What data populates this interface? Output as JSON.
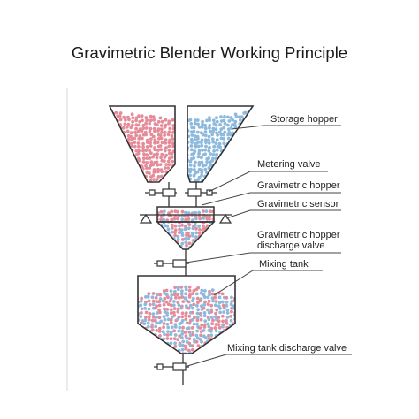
{
  "title": "Gravimetric Blender Working Principle",
  "labels": {
    "storage_hopper": "Storage hopper",
    "metering_valve": "Metering valve",
    "gravimetric_hopper": "Gravimetric hopper",
    "gravimetric_sensor": "Gravimetric sensor",
    "discharge_valve_line1": "Gravimetric hopper",
    "discharge_valve_line2": "discharge valve",
    "mixing_tank": "Mixing tank",
    "mixing_tank_discharge_valve": "Mixing tank discharge valve"
  },
  "colors": {
    "material_red": "#e58c9a",
    "material_blue": "#8db9dd",
    "outline": "#333333",
    "leader_line": "#444444"
  }
}
